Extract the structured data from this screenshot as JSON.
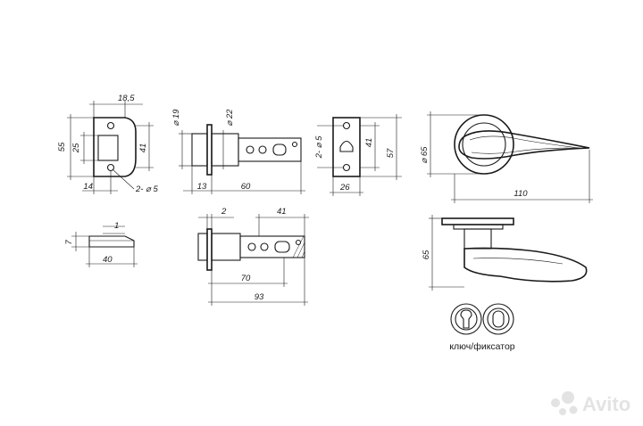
{
  "strike_plate": {
    "d18_5": "18,5",
    "d55": "55",
    "d25": "25",
    "d41": "41",
    "d14": "14",
    "holes": "2- ⌀ 5"
  },
  "latch_top": {
    "d19": "⌀ 19",
    "d22": "⌀ 22",
    "d13": "13",
    "d60": "60"
  },
  "faceplate": {
    "holes": "2- ⌀ 5",
    "d41": "41",
    "d57": "57",
    "d26": "26"
  },
  "handle_top": {
    "d65": "⌀ 65",
    "d110": "110"
  },
  "strike_side": {
    "d7": "7",
    "d1": "1",
    "d40": "40"
  },
  "latch_bottom": {
    "d2": "2",
    "d41": "41",
    "d70": "70",
    "d93": "93"
  },
  "handle_side": {
    "d65": "65"
  },
  "icons": {
    "caption": "ключ/фиксатор"
  },
  "watermark": {
    "text": "Avito"
  }
}
